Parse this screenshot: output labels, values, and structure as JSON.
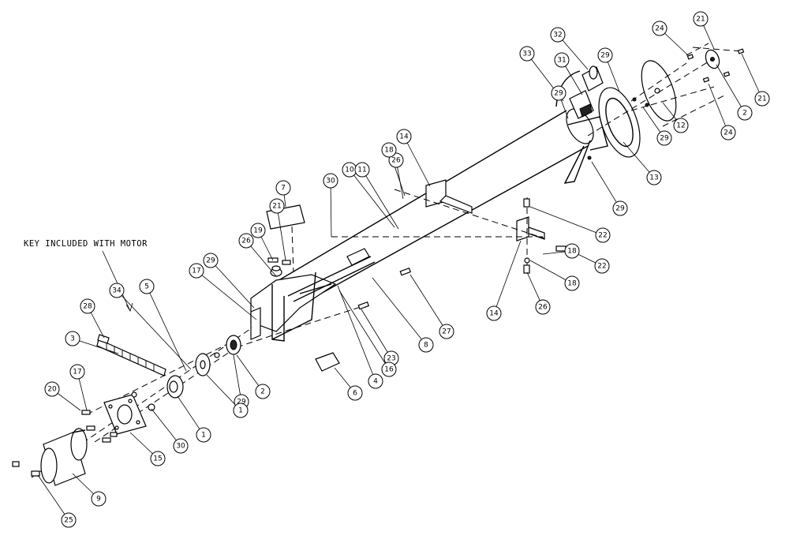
{
  "note": "KEY INCLUDED WITH MOTOR",
  "callouts": [
    "32",
    "33",
    "31",
    "29",
    "24",
    "21",
    "29",
    "21",
    "2",
    "12",
    "29",
    "24",
    "14",
    "13",
    "10",
    "11",
    "26",
    "18",
    "29",
    "30",
    "7",
    "22",
    "18",
    "21",
    "22",
    "19",
    "26",
    "29",
    "17",
    "18",
    "14",
    "26",
    "5",
    "28",
    "34",
    "8",
    "27",
    "3",
    "23",
    "4",
    "16",
    "6",
    "2",
    "29",
    "1",
    "17",
    "1",
    "20",
    "30",
    "15",
    "9",
    "25"
  ]
}
